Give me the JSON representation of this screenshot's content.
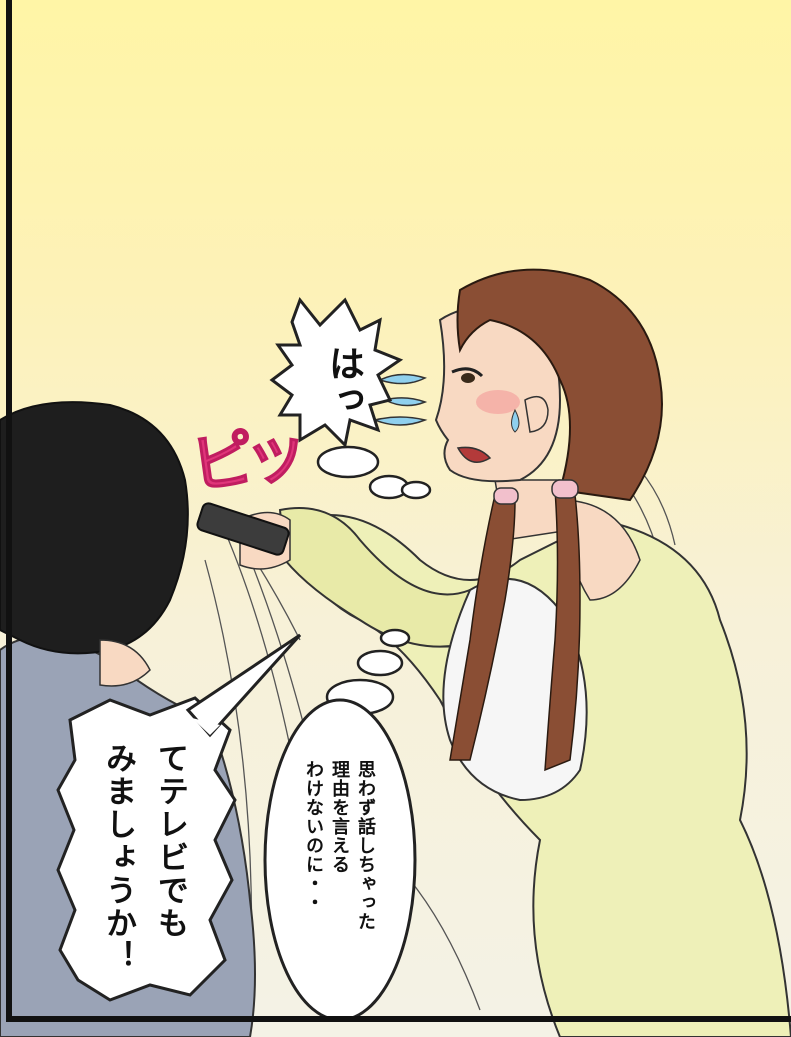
{
  "panel": {
    "speech_surprise": "はっ",
    "sound_effect": "ピッ",
    "speech_man": "テレビでも\nみましょうか！",
    "speech_man_lead": "て",
    "thought_woman": "思わず話しちゃった\n理由を言える\nわけないのに・・"
  },
  "colors": {
    "background_top": "#fff5a6",
    "background_bottom": "#f4f2e6",
    "sound_effect": "#e0357a",
    "hair_woman": "#8a4e34",
    "cardigan": "#eef0b8",
    "man_jacket": "#9aa3b6",
    "sweat_drops": "#8fd0ee"
  }
}
